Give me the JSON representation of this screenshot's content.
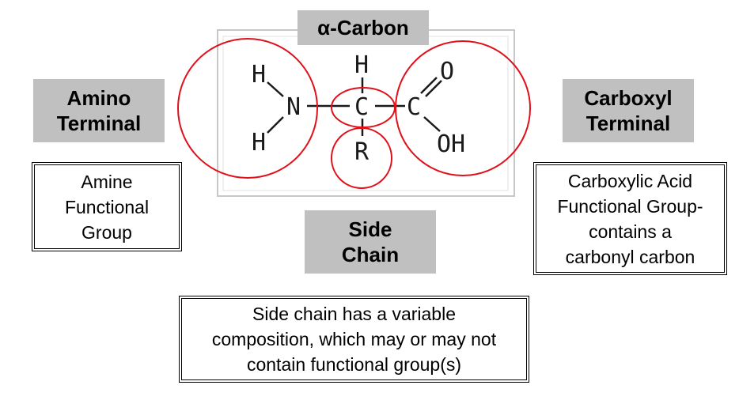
{
  "alpha_carbon_label": "α-Carbon",
  "amino_label": {
    "line1": "Amino",
    "line2": "Terminal"
  },
  "carboxyl_label": {
    "line1": "Carboxyl",
    "line2": "Terminal"
  },
  "side_chain_label": {
    "line1": "Side",
    "line2": "Chain"
  },
  "amine_box": {
    "line1": "Amine",
    "line2": "Functional",
    "line3": "Group"
  },
  "carboxylic_box": {
    "line1": "Carboxylic Acid",
    "line2": "Functional Group-",
    "line3": "contains a",
    "line4": "carbonyl carbon"
  },
  "side_chain_box": {
    "line1": "Side chain has a variable",
    "line2": "composition, which may or may not",
    "line3": "contain functional group(s)"
  },
  "structure": {
    "atoms": {
      "h_top_left": "H",
      "n": "N",
      "h_bottom_left": "H",
      "h_top": "H",
      "c_alpha": "C",
      "r": "R",
      "c_carboxyl": "C",
      "o": "O",
      "oh": "OH"
    }
  },
  "colors": {
    "highlight_circle": "#e0101a",
    "label_bg": "#c0c0c0"
  }
}
